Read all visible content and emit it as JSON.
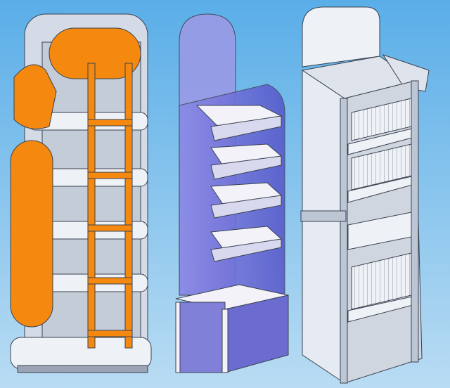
{
  "scene": {
    "stands": [
      {
        "id": "stand-orange",
        "panel_color": "#f5890f",
        "frame_color": "#d4dbe6"
      },
      {
        "id": "stand-purple",
        "panel_color": "#6f6fd8",
        "frame_color": "#f2f2f8"
      },
      {
        "id": "stand-wire",
        "panel_color": "#e6eaf2",
        "frame_color": "#bcc6d4"
      }
    ],
    "colors": {
      "background_top": "#5aaee8",
      "background_bottom": "#b9dcf3",
      "outline": "#3a4250"
    }
  }
}
